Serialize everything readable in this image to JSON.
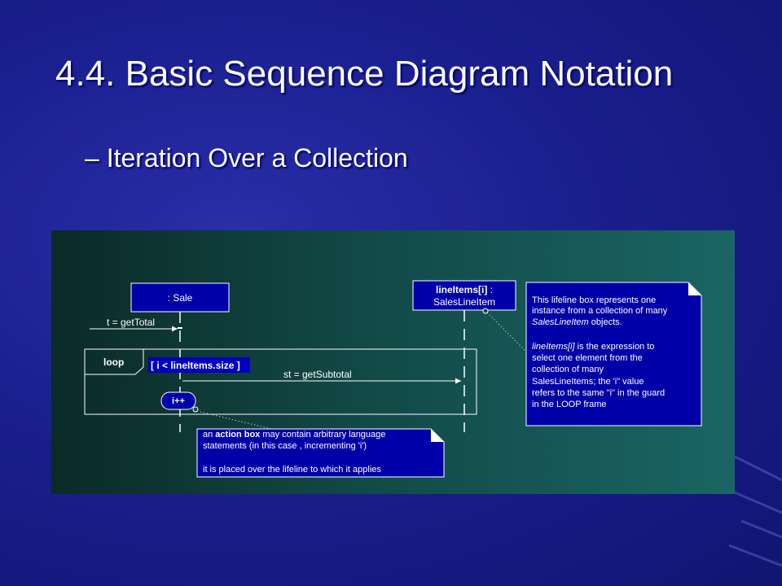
{
  "slide": {
    "title": "4.4. Basic Sequence Diagram Notation",
    "bullet": "– Iteration Over a Collection"
  },
  "diagram": {
    "sale_lifeline": ": Sale",
    "lineitems_name": "lineItems[i]",
    "lineitems_sep": " :",
    "lineitems_type": "SalesLineItem",
    "msg_get_total": "t = getTotal",
    "loop_label": "loop",
    "loop_guard": "[ i < lineItems.size ]",
    "msg_get_subtotal": "st = getSubtotal",
    "action_box": "i++",
    "note_action": {
      "line1_prefix": "an ",
      "line1_bold": "action box",
      "line1_rest": " may contain arbitrary language",
      "line2": "statements (in this case , incrementing 'i')",
      "line3": "it is placed over the lifeline to which it applies"
    },
    "note_lifeline": {
      "line1": "This lifeline box represents one",
      "line2": "instance from a collection of many",
      "line3_italic": "SalesLineItem",
      "line3_rest": " objects.",
      "line4_italic": "lineItems[i]",
      "line4_rest": " is the expression to",
      "line5": "select one element from the",
      "line6": "collection of many",
      "line7": "SalesLineItems; the 'i\" value",
      "line8": "refers to the same \"i\" in the guard",
      "line9": "in the LOOP frame"
    }
  }
}
